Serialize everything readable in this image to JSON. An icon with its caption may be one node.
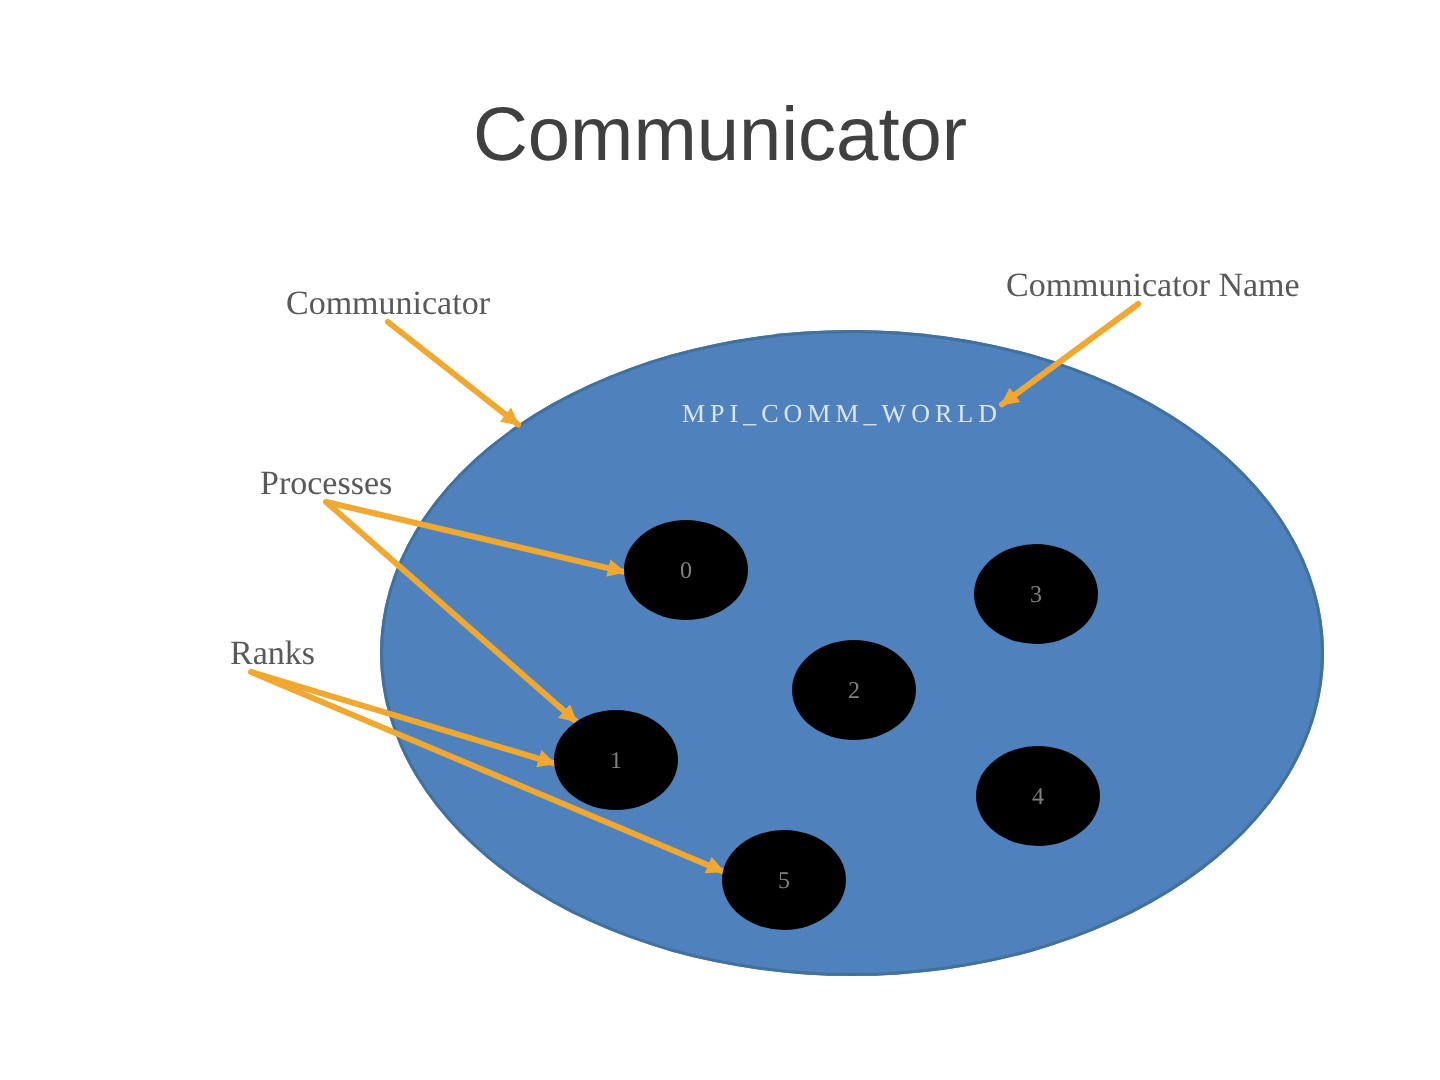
{
  "diagram": {
    "title": "Communicator",
    "nodes": [
      {
        "text": [
          "Communicator"
        ]
      },
      {
        "text": [
          "Communicator Name"
        ]
      },
      {
        "text": [
          "Processes"
        ]
      },
      {
        "text": [
          "Ranks"
        ]
      },
      {
        "text": [],
        "shape": "ellipse"
      },
      {
        "text": [
          "MPI_COMM_WORLD"
        ],
        "in": 4
      },
      {
        "text": [
          "0"
        ],
        "in": 4
      },
      {
        "text": [
          "3"
        ],
        "in": 4
      },
      {
        "text": [
          "2"
        ],
        "in": 4
      },
      {
        "text": [
          "1"
        ],
        "in": 4
      },
      {
        "text": [
          "4"
        ],
        "in": 4
      },
      {
        "text": [
          "5"
        ],
        "in": 4
      }
    ],
    "edges": [
      {
        "from": 0,
        "to": 4,
        "arrow": "to"
      },
      {
        "from": 1,
        "to": 5,
        "arrow": "to"
      },
      {
        "from": 2,
        "to": 6,
        "arrow": "to"
      },
      {
        "from": 2,
        "to": 9,
        "arrow": "to"
      },
      {
        "from": 3,
        "to": 9,
        "arrow": "to"
      },
      {
        "from": 3,
        "to": 11,
        "arrow": "to"
      }
    ]
  }
}
